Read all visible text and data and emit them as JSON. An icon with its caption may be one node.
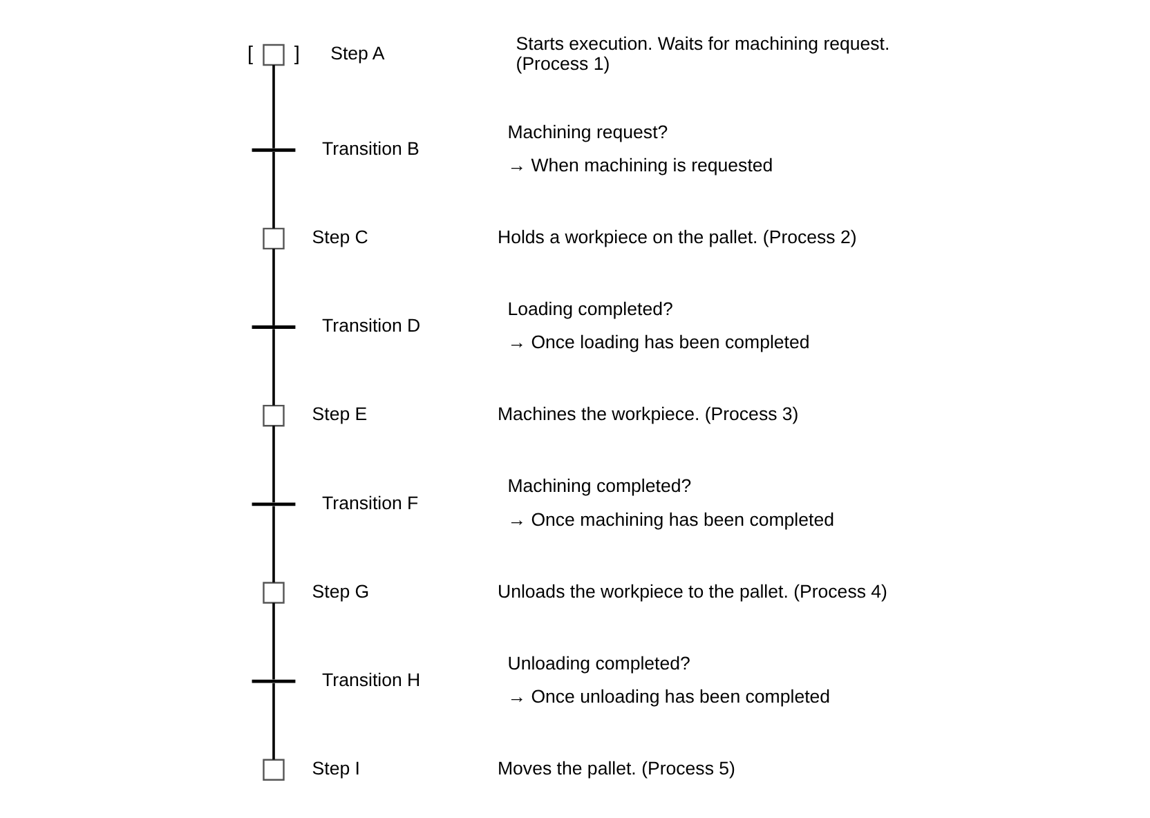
{
  "diagram": {
    "nodes": [
      {
        "text": [],
        "shape": "box",
        "beside": [
          "Step A"
        ]
      },
      {
        "text": [],
        "shape": "bar",
        "beside": [
          "Transition B"
        ]
      },
      {
        "text": [],
        "shape": "box",
        "beside": [
          "Step C"
        ]
      },
      {
        "text": [],
        "shape": "bar",
        "beside": [
          "Transition D"
        ]
      },
      {
        "text": [],
        "shape": "box",
        "beside": [
          "Step E"
        ]
      },
      {
        "text": [],
        "shape": "bar",
        "beside": [
          "Transition F"
        ]
      },
      {
        "text": [],
        "shape": "box",
        "beside": [
          "Step G"
        ]
      },
      {
        "text": [],
        "shape": "bar",
        "beside": [
          "Transition H"
        ]
      },
      {
        "text": [],
        "shape": "box",
        "beside": [
          "Step I"
        ]
      }
    ],
    "edges": [
      {
        "from": 0,
        "to": 1,
        "arrow": "none"
      },
      {
        "from": 1,
        "to": 2,
        "arrow": "none"
      },
      {
        "from": 2,
        "to": 3,
        "arrow": "none"
      },
      {
        "from": 3,
        "to": 4,
        "arrow": "none"
      },
      {
        "from": 4,
        "to": 5,
        "arrow": "none"
      },
      {
        "from": 5,
        "to": 6,
        "arrow": "none"
      },
      {
        "from": 6,
        "to": 7,
        "arrow": "none"
      },
      {
        "from": 7,
        "to": 8,
        "arrow": "none"
      }
    ],
    "labels": [
      "[",
      "]",
      "Starts execution. Waits for machining request. (Process 1)",
      "Machining request?",
      "→ When machining is requested",
      "Holds a workpiece on the pallet. (Process 2)",
      "Loading completed?",
      "→ Once loading has been completed",
      "Machines the workpiece. (Process 3)",
      "Machining completed?",
      "→ Once machining has been completed",
      "Unloads the workpiece to the pallet. (Process 4)",
      "Unloading completed?",
      "→ Once unloading has been completed",
      "Moves the pallet. (Process 5)"
    ]
  }
}
